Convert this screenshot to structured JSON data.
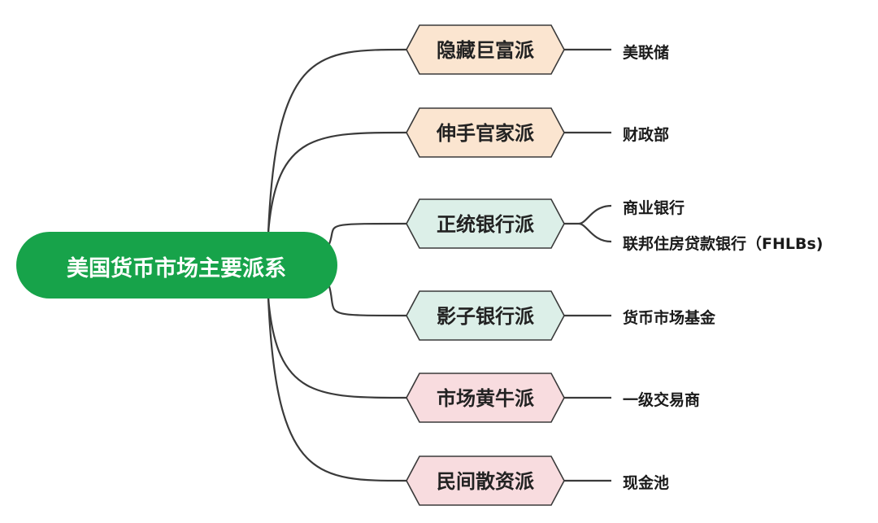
{
  "root": {
    "label": "美国货币市场主要派系",
    "color": "#17a34a"
  },
  "branches": [
    {
      "label": "隐藏巨富派",
      "fill": "#fbe5d0",
      "stroke": "#3a3a3a",
      "leaves": [
        "美联储"
      ]
    },
    {
      "label": "伸手官家派",
      "fill": "#fbe5d0",
      "stroke": "#3a3a3a",
      "leaves": [
        "财政部"
      ]
    },
    {
      "label": "正统银行派",
      "fill": "#dcefe8",
      "stroke": "#3a3a3a",
      "leaves": [
        "商业银行",
        "联邦住房贷款银行（FHLBs)"
      ]
    },
    {
      "label": "影子银行派",
      "fill": "#dcefe8",
      "stroke": "#3a3a3a",
      "leaves": [
        "货币市场基金"
      ]
    },
    {
      "label": "市场黄牛派",
      "fill": "#f8dcdf",
      "stroke": "#3a3a3a",
      "leaves": [
        "一级交易商"
      ]
    },
    {
      "label": "民间散资派",
      "fill": "#f8dcdf",
      "stroke": "#3a3a3a",
      "leaves": [
        "现金池"
      ]
    }
  ],
  "connector_color": "#3a3a3a"
}
